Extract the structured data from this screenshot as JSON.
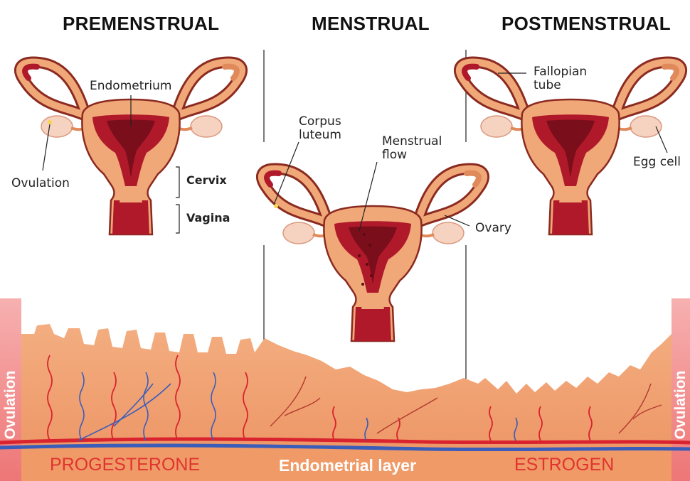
{
  "phases": [
    "PREMENSTRUAL",
    "MENSTRUAL",
    "POSTMENSTRUAL"
  ],
  "labels": {
    "endometrium": "Endometrium",
    "ovulation": "Ovulation",
    "cervix": "Cervix",
    "vagina": "Vagina",
    "corpus_luteum": [
      "Corpus",
      "luteum"
    ],
    "menstrual_flow": [
      "Menstrual",
      "flow"
    ],
    "ovary": "Ovary",
    "fallopian_tube": [
      "Fallopian",
      "tube"
    ],
    "egg_cell": "Egg cell"
  },
  "bottom": {
    "progesterone": "PROGESTERONE",
    "endometrial_layer": "Endometrial layer",
    "estrogen": "ESTROGEN"
  },
  "side_bars": {
    "left": "Ovulation",
    "right": "Ovulation"
  },
  "colors": {
    "tissue": "#F0A878",
    "tissue_dark": "#E08A5C",
    "tissue_light": "#F7C19A",
    "uterus_outline": "#8B2A20",
    "uterus_cavity": "#B0192A",
    "uterus_inner": "#7A0E1B",
    "vein_blue": "#3B5DBA",
    "artery_red": "#D9232E",
    "progesterone_text": "#E0342F",
    "estrogen_text": "#E0342F",
    "layer_text": "#ffffff",
    "side_bar": "#F27C7C"
  }
}
